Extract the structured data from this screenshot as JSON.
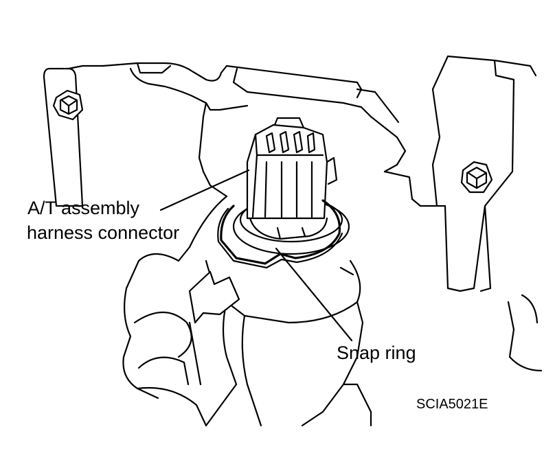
{
  "labels": {
    "connector_line1": "A/T assembly",
    "connector_line2": "harness connector",
    "snap_ring": "Snap ring",
    "figure_code": "SCIA5021E"
  },
  "colors": {
    "ink": "#000000",
    "paper": "#ffffff"
  }
}
